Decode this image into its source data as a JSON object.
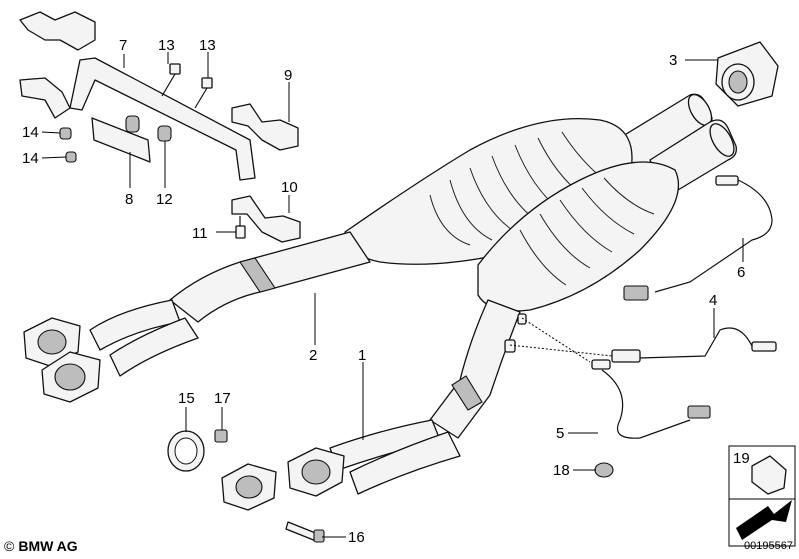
{
  "callouts": {
    "c1": "1",
    "c2": "2",
    "c3": "3",
    "c4": "4",
    "c5": "5",
    "c6": "6",
    "c7": "7",
    "c8": "8",
    "c9": "9",
    "c10": "10",
    "c11": "11",
    "c12": "12",
    "c13a": "13",
    "c13b": "13",
    "c14a": "14",
    "c14b": "14",
    "c15": "15",
    "c16": "16",
    "c17": "17",
    "c18": "18",
    "c19": "19"
  },
  "footer": {
    "copyright": "©",
    "brand": "BMW AG",
    "doc_number": "00195567"
  }
}
